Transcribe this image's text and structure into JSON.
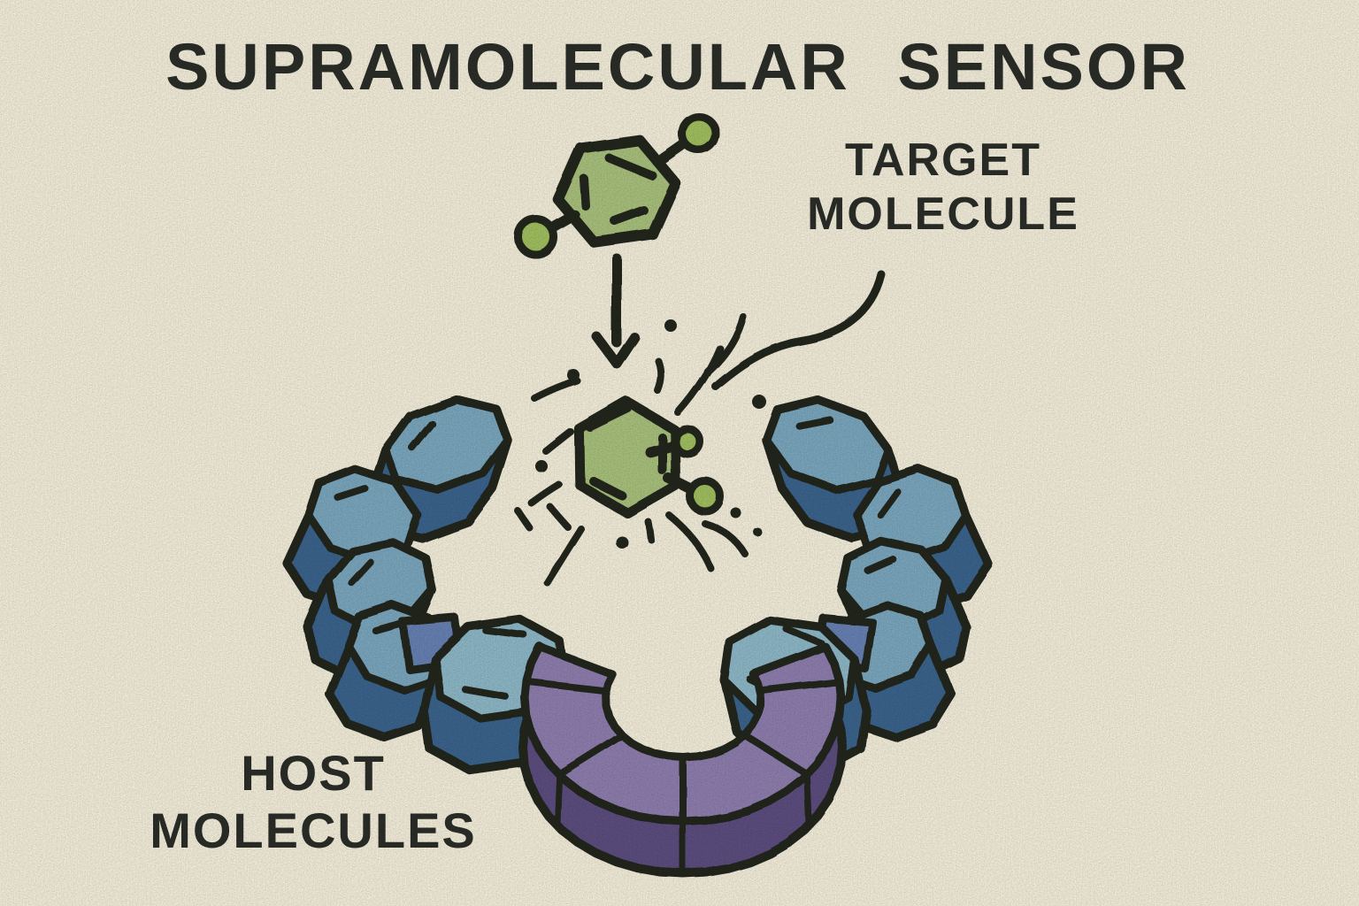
{
  "title": "SUPRAMOLECULAR SENSOR",
  "annotations": {
    "target_label_line1": "TARGET",
    "target_label_line2": "MOLECULE",
    "host_label_line1": "HOST",
    "host_label_line2": "MOLECULES"
  },
  "colors": {
    "background": "#f3edda",
    "ink": "#22251f",
    "text": "#2a2d28",
    "green_face": "#a8c07b",
    "green_node": "#a0bf5f",
    "blue_light": "#7aa6bd",
    "blue_light_alt": "#8db7c6",
    "blue_mid": "#6680b2",
    "blue_dark": "#3a648c",
    "purple_light": "#8d7dad",
    "purple_dark": "#5c4e7e"
  },
  "diagram": {
    "type": "scientific-illustration",
    "subject": "Supramolecular sensor: host-guest molecular recognition",
    "elements": [
      {
        "name": "target-molecule-free",
        "description": "green hexagonal molecule with two substituent nodes above the host"
      },
      {
        "name": "down-arrow",
        "description": "arrow showing the target molecule entering the host cavity"
      },
      {
        "name": "target-molecule-bound",
        "description": "green molecule held in the host cavity with recognition burst lines"
      },
      {
        "name": "host-ring",
        "description": "macrocyclic host of blue hexagonal prism units joined by a purple curved band"
      }
    ]
  }
}
